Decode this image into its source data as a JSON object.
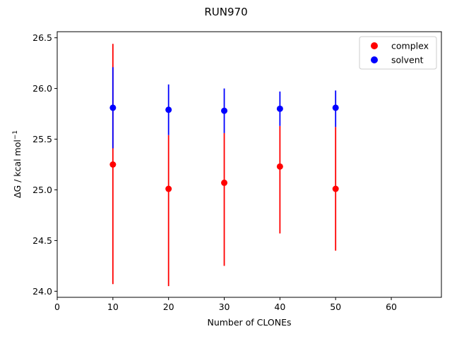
{
  "chart_data": {
    "type": "scatter",
    "title": "RUN970",
    "xlabel": "Number of CLONEs",
    "ylabel_main": "ΔG / kcal mol",
    "ylabel_sup": "−1",
    "xlim": [
      0,
      69
    ],
    "ylim": [
      23.94,
      26.56
    ],
    "xticks": [
      0,
      10,
      20,
      30,
      40,
      50,
      60
    ],
    "yticks": [
      24.0,
      24.5,
      25.0,
      25.5,
      26.0,
      26.5
    ],
    "grid": false,
    "legend_position": "top-right",
    "series": [
      {
        "name": "complex",
        "color": "#ff0000",
        "x": [
          10,
          20,
          30,
          40,
          50
        ],
        "y": [
          25.25,
          25.01,
          25.07,
          25.23,
          25.01
        ],
        "err_low": [
          24.07,
          24.05,
          24.25,
          24.57,
          24.4
        ],
        "err_high": [
          26.44,
          25.54,
          25.56,
          25.63,
          25.62
        ]
      },
      {
        "name": "solvent",
        "color": "#0000ff",
        "x": [
          10,
          20,
          30,
          40,
          50
        ],
        "y": [
          25.81,
          25.79,
          25.78,
          25.8,
          25.81
        ],
        "err_low": [
          25.41,
          25.54,
          25.56,
          25.63,
          25.62
        ],
        "err_high": [
          26.21,
          26.04,
          26.0,
          25.97,
          25.98
        ]
      }
    ]
  }
}
